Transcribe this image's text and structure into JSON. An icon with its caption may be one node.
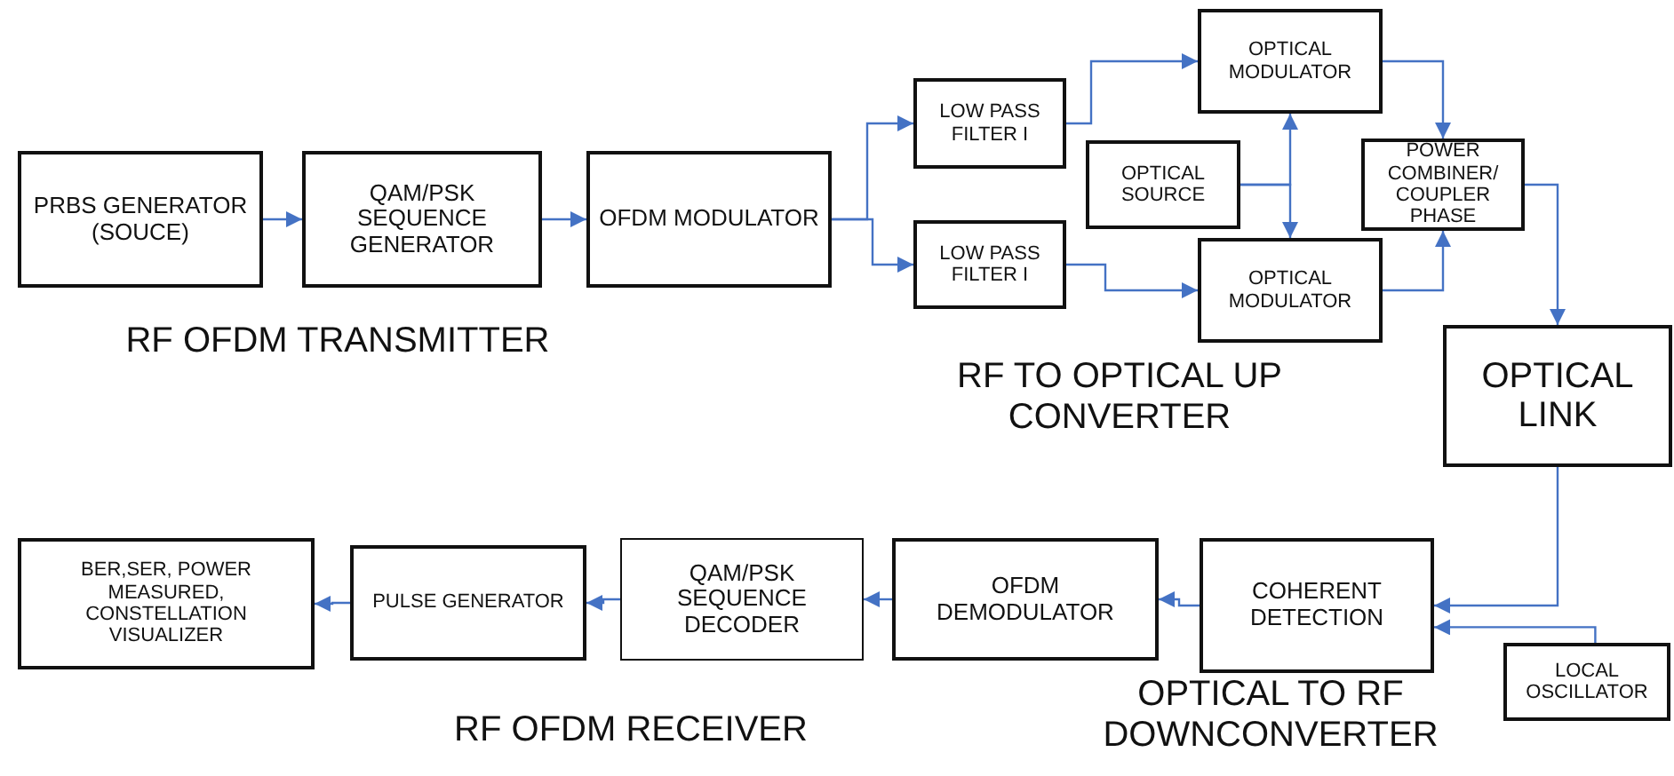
{
  "diagram": {
    "nodes": [
      {
        "text": [
          "PRBS GENERATOR (SOUCE)"
        ]
      },
      {
        "text": [
          "QAM/PSK SEQUENCE GENERATOR"
        ]
      },
      {
        "text": [
          "OFDM MODULATOR"
        ]
      },
      {
        "text": [
          "LOW PASS FILTER I"
        ]
      },
      {
        "text": [
          "LOW PASS FILTER I"
        ]
      },
      {
        "text": [
          "OPTICAL MODULATOR"
        ]
      },
      {
        "text": [
          "OPTICAL SOURCE"
        ]
      },
      {
        "text": [
          "POWER COMBINER/ COUPLER PHASE"
        ]
      },
      {
        "text": [
          "OPTICAL MODULATOR"
        ]
      },
      {
        "text": [
          "OPTICAL LINK"
        ]
      },
      {
        "text": [
          "COHERENT DETECTION"
        ]
      },
      {
        "text": [
          "LOCAL OSCILLATOR"
        ]
      },
      {
        "text": [
          "OFDM DEMODULATOR"
        ]
      },
      {
        "text": [
          "QAM/PSK SEQUENCE DECODER"
        ]
      },
      {
        "text": [
          "PULSE GENERATOR"
        ]
      },
      {
        "text": [
          "BER,SER, POWER MEASURED, CONSTELLATION VISUALIZER"
        ]
      }
    ],
    "edges": [
      {
        "from": 0,
        "to": 1,
        "arrow": "to"
      },
      {
        "from": 1,
        "to": 2,
        "arrow": "to"
      },
      {
        "from": 2,
        "to": 3,
        "arrow": "to"
      },
      {
        "from": 2,
        "to": 4,
        "arrow": "to"
      },
      {
        "from": 3,
        "to": 5,
        "arrow": "to"
      },
      {
        "from": 4,
        "to": 8,
        "arrow": "to"
      },
      {
        "from": 6,
        "to": 5,
        "arrow": "to"
      },
      {
        "from": 6,
        "to": 8,
        "arrow": "to"
      },
      {
        "from": 5,
        "to": 7,
        "arrow": "to"
      },
      {
        "from": 8,
        "to": 7,
        "arrow": "to"
      },
      {
        "from": 7,
        "to": 9,
        "arrow": "to"
      },
      {
        "from": 9,
        "to": 10,
        "arrow": "to"
      },
      {
        "from": 11,
        "to": 10,
        "arrow": "to"
      },
      {
        "from": 10,
        "to": 12,
        "arrow": "to"
      },
      {
        "from": 12,
        "to": 13,
        "arrow": "to"
      },
      {
        "from": 13,
        "to": 14,
        "arrow": "to"
      },
      {
        "from": 14,
        "to": 15,
        "arrow": "to"
      }
    ],
    "labels": [
      "RF OFDM TRANSMITTER",
      "RF TO OPTICAL UP CONVERTER",
      "OPTICAL TO RF DOWNCONVERTER",
      "RF OFDM RECEIVER"
    ]
  }
}
